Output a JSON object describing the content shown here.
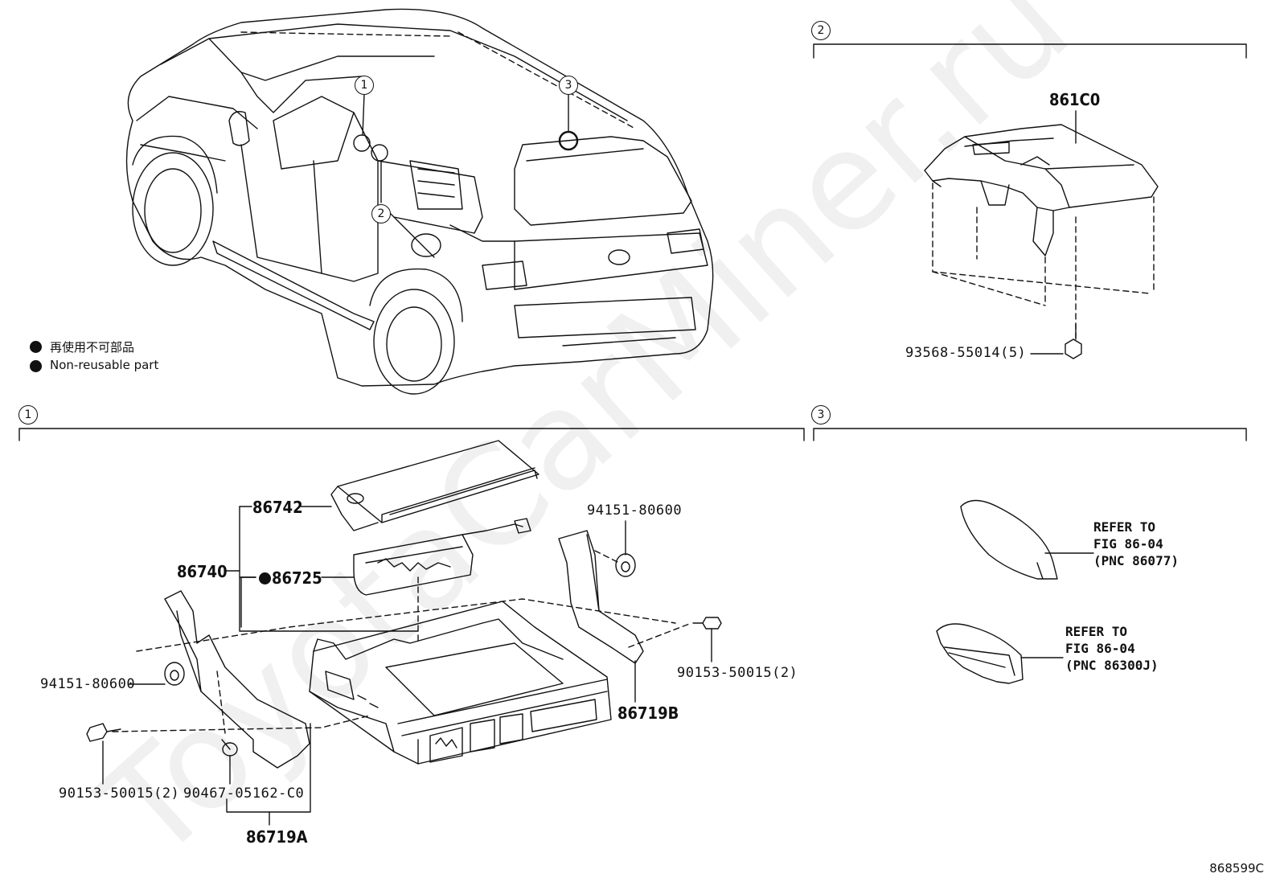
{
  "legend": {
    "jp": "再使用不可部品",
    "en": "Non-reusable part"
  },
  "vehicle_callouts": [
    "1",
    "2",
    "3"
  ],
  "sections": {
    "s1": {
      "number": "1"
    },
    "s2": {
      "number": "2"
    },
    "s3": {
      "number": "3"
    }
  },
  "parts": {
    "p861c0": "861C0",
    "p93568": "93568-55014(5)",
    "p86742": "86742",
    "p86740": "86740",
    "p86725": "86725",
    "p94151_right": "94151-80600",
    "p94151_left": "94151-80600",
    "p90153_right": "90153-50015(2)",
    "p90153_left": "90153-50015(2)",
    "p90467": "90467-05162-C0",
    "p86719a": "86719A",
    "p86719b": "86719B"
  },
  "refer1": [
    "REFER TO",
    "FIG 86-04",
    "(PNC 86077)"
  ],
  "refer2": [
    "REFER TO",
    "FIG 86-04",
    "(PNC 86300J)"
  ],
  "watermark": "ToyotaCarMiner.ru",
  "diagram_code": "868599C",
  "colors": {
    "ink": "#111111",
    "paper": "#ffffff"
  }
}
